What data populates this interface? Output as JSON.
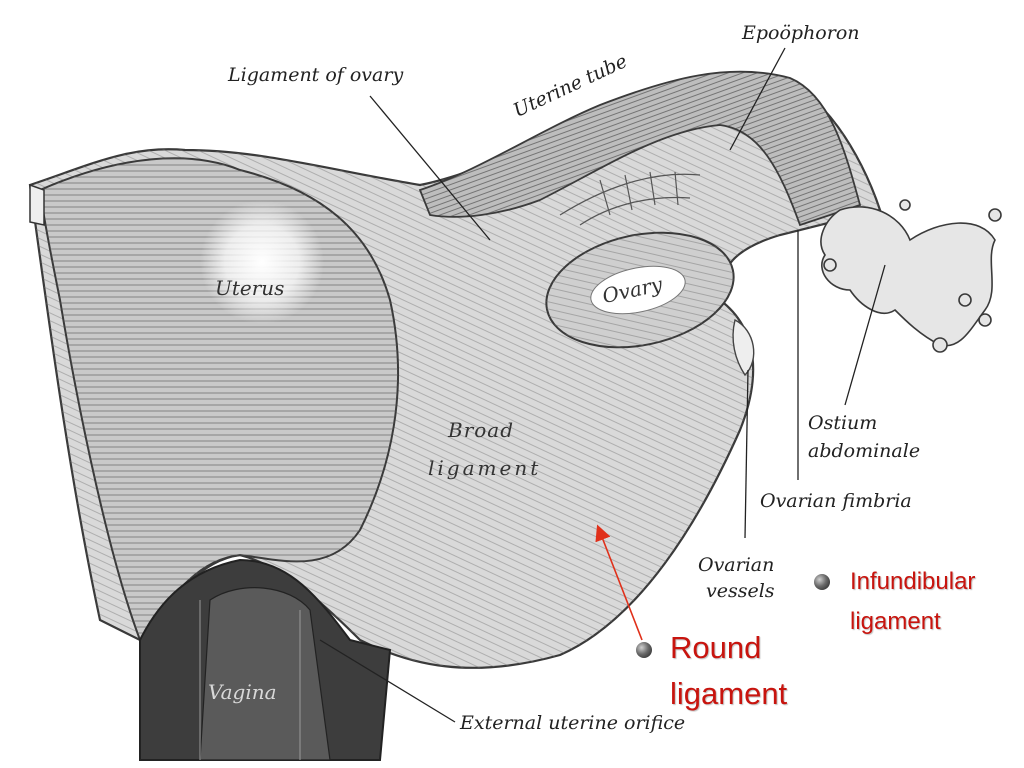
{
  "labels": {
    "epoophoron": "Epoöphoron",
    "ligament_of_ovary": "Ligament of ovary",
    "uterine_tube": "Uterine tube",
    "uterus": "Uterus",
    "ovary": "Ovary",
    "broad_ligament_line1": "Broad",
    "broad_ligament_line2": "ligament",
    "ostium_line1": "Ostium",
    "ostium_line2": "abdominale",
    "ovarian_fimbria": "Ovarian fimbria",
    "ovarian_vessels_line1": "Ovarian",
    "ovarian_vessels_line2": "vessels",
    "vagina": "Vagina",
    "external_uterine_orifice": "External uterine orifice"
  },
  "callouts": {
    "infundibular_line1": "Infundibular",
    "infundibular_line2": "ligament",
    "round_line1": "Round",
    "round_line2": "ligament"
  },
  "colors": {
    "callout_text": "#c8140e",
    "arrow": "#e0301a",
    "engraving_ink": "#3a3a3a"
  }
}
